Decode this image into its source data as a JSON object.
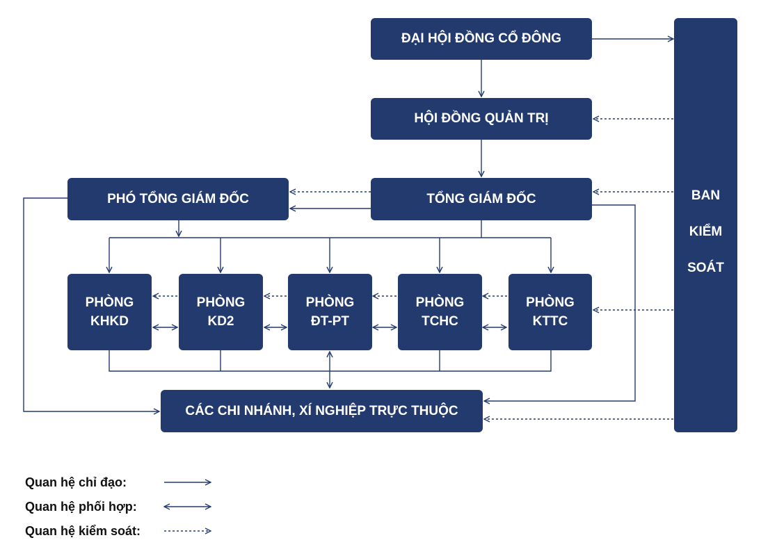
{
  "diagram": {
    "shareholders": "ĐẠI HỘI ĐỒNG CỔ ĐÔNG",
    "board": "HỘI ĐỒNG QUẢN TRỊ",
    "ceo": "TỔNG GIÁM ĐỐC",
    "deputy_ceo": "PHÓ TỔNG GIÁM ĐỐC",
    "supervisory": [
      "BAN",
      "KIỂM",
      "SOÁT"
    ],
    "branches": "CÁC CHI NHÁNH, XÍ NGHIỆP TRỰC THUỘC",
    "departments": [
      {
        "line1": "PHÒNG",
        "line2": "KHKD"
      },
      {
        "line1": "PHÒNG",
        "line2": "KD2"
      },
      {
        "line1": "PHÒNG",
        "line2": "ĐT-PT"
      },
      {
        "line1": "PHÒNG",
        "line2": "TCHC"
      },
      {
        "line1": "PHÒNG",
        "line2": "KTTC"
      }
    ]
  },
  "legend": {
    "direction": "Quan hệ chỉ đạo:",
    "coordination": "Quan hệ phối hợp:",
    "control": "Quan hệ kiểm soát:"
  },
  "colors": {
    "box": "#233a6e",
    "line": "#233a6e",
    "text": "#ffffff"
  }
}
